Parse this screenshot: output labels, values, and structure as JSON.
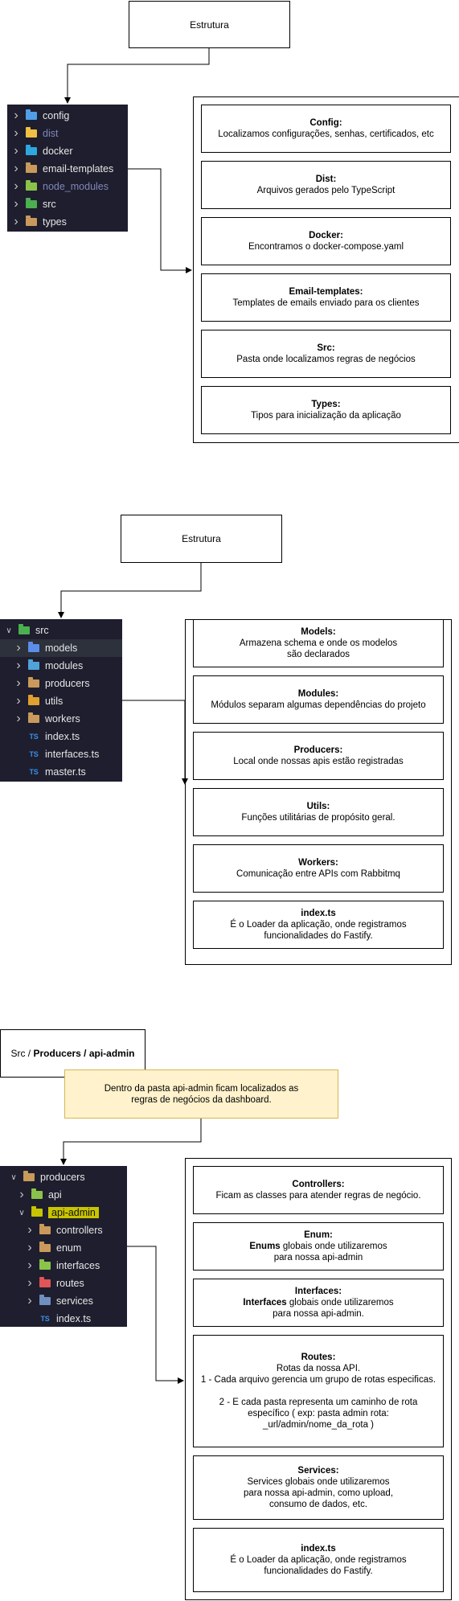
{
  "section1": {
    "header": "Estrutura",
    "tree": [
      {
        "label": "config",
        "icon": "config-folder-icon",
        "color": "#4f9ee8",
        "dim": false
      },
      {
        "label": "dist",
        "icon": "dist-folder-icon",
        "color": "#f2c043",
        "dim": true
      },
      {
        "label": "docker",
        "icon": "docker-folder-icon",
        "color": "#2ea7e0",
        "dim": false
      },
      {
        "label": "email-templates",
        "icon": "email-folder-icon",
        "color": "#c99a5b",
        "dim": false
      },
      {
        "label": "node_modules",
        "icon": "node-modules-folder-icon",
        "color": "#8bc34a",
        "dim": true
      },
      {
        "label": "src",
        "icon": "src-folder-icon",
        "color": "#4caf50",
        "dim": false
      },
      {
        "label": "types",
        "icon": "types-folder-icon",
        "color": "#c99a5b",
        "dim": false
      }
    ],
    "cards": [
      {
        "title": "Config:",
        "desc": "Localizamos configurações, senhas, certificados, etc"
      },
      {
        "title": "Dist:",
        "desc": "Arquivos gerados pelo TypeScript"
      },
      {
        "title": "Docker:",
        "desc": "Encontramos o docker-compose.yaml"
      },
      {
        "title": "Email-templates:",
        "desc": "Templates de emails enviado para os clientes"
      },
      {
        "title": "Src:",
        "desc": "Pasta onde localizamos regras de negócios"
      },
      {
        "title": "Types:",
        "desc": "Tipos para inicialização da aplicação"
      }
    ]
  },
  "section2": {
    "header": "Estrutura",
    "tree_root": "src",
    "tree": [
      {
        "label": "models",
        "type": "folder",
        "icon": "models-folder-icon",
        "color": "#5c8de8"
      },
      {
        "label": "modules",
        "type": "folder",
        "icon": "modules-folder-icon",
        "color": "#4fa3d9"
      },
      {
        "label": "producers",
        "type": "folder",
        "icon": "producers-folder-icon",
        "color": "#c99a5b"
      },
      {
        "label": "utils",
        "type": "folder",
        "icon": "utils-folder-icon",
        "color": "#e0a030"
      },
      {
        "label": "workers",
        "type": "folder",
        "icon": "workers-folder-icon",
        "color": "#c99a5b"
      },
      {
        "label": "index.ts",
        "type": "file",
        "icon": "typescript-file-icon",
        "color": "#3b8eea"
      },
      {
        "label": "interfaces.ts",
        "type": "file",
        "icon": "typescript-file-icon",
        "color": "#3b8eea"
      },
      {
        "label": "master.ts",
        "type": "file",
        "icon": "typescript-file-icon",
        "color": "#3b8eea"
      }
    ],
    "cards": [
      {
        "title": "Models:",
        "desc": "Armazena schema e onde os modelos\nsão declarados"
      },
      {
        "title": "Modules:",
        "desc": "Módulos separam algumas dependências do projeto"
      },
      {
        "title": "Producers:",
        "desc": "Local onde nossas apis estão registradas"
      },
      {
        "title": "Utils:",
        "desc": "Funções utilitárias de propósito geral."
      },
      {
        "title": "Workers:",
        "desc": "Comunicação entre APIs com Rabbitmq"
      },
      {
        "title": "index.ts",
        "desc": "É o Loader da aplicação, onde registramos\nfuncionalidades do Fastify."
      }
    ]
  },
  "section3": {
    "header_prefix": "Src / ",
    "header_bold": "Producers / api-admin",
    "note": "Dentro da pasta api-admin ficam localizados as\nregras de negócios da dashboard.",
    "tree_root": "producers",
    "tree_api": "api",
    "tree_selected": "api-admin",
    "tree": [
      {
        "label": "controllers",
        "type": "folder",
        "icon": "controllers-folder-icon",
        "color": "#c99a5b"
      },
      {
        "label": "enum",
        "type": "folder",
        "icon": "enum-folder-icon",
        "color": "#c99a5b"
      },
      {
        "label": "interfaces",
        "type": "folder",
        "icon": "interfaces-folder-icon",
        "color": "#8bc34a"
      },
      {
        "label": "routes",
        "type": "folder",
        "icon": "routes-folder-icon",
        "color": "#e05555"
      },
      {
        "label": "services",
        "type": "folder",
        "icon": "services-folder-icon",
        "color": "#6f8fc0"
      },
      {
        "label": "index.ts",
        "type": "file",
        "icon": "typescript-file-icon",
        "color": "#3b8eea"
      }
    ],
    "cards": [
      {
        "title": "Controllers:",
        "bold_prefix": "",
        "desc": "Ficam as classes para atender regras de negócio."
      },
      {
        "title": "Enum:",
        "bold_prefix": "Enums",
        "desc": " globais onde utilizaremos\npara nossa api-admin"
      },
      {
        "title": "Interfaces:",
        "bold_prefix": "Interfaces",
        "desc": " globais onde utilizaremos\npara nossa api-admin."
      },
      {
        "title": "Routes:",
        "bold_prefix": "",
        "desc": "Rotas da nossa API.\n1 - Cada arquivo gerencia um grupo de rotas especificas.\n\n2 - E cada pasta representa um caminho de rota\nespecífico ( exp: pasta admin rota:\n_url/admin/nome_da_rota )"
      },
      {
        "title": "Services:",
        "bold_prefix": "",
        "desc": "Services globais onde utilizaremos\npara nossa api-admin, como upload,\nconsumo de dados, etc."
      },
      {
        "title": "index.ts",
        "bold_prefix": "",
        "desc": "É o Loader da aplicação, onde registramos\nfuncionalidades do Fastify."
      }
    ]
  }
}
